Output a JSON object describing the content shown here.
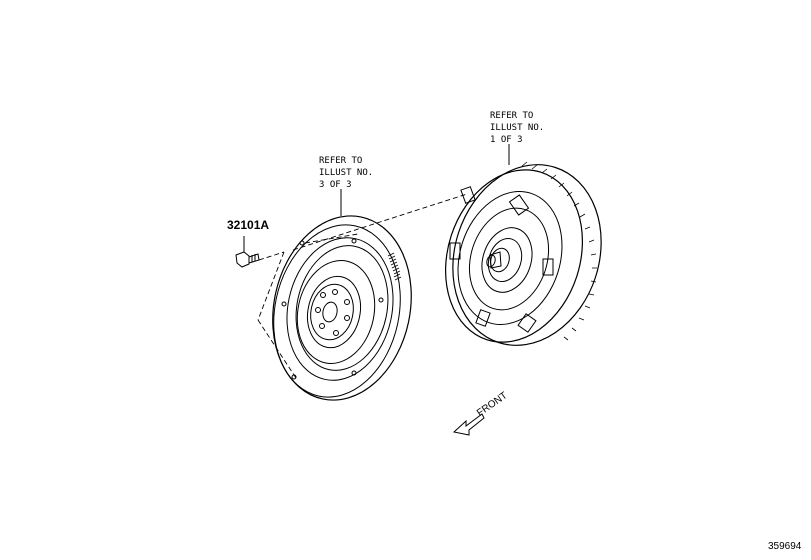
{
  "callouts": {
    "flywheel_ref": [
      "REFER TO",
      "ILLUST NO.",
      "3 OF 3"
    ],
    "converter_ref": [
      "REFER TO",
      "ILLUST NO.",
      "1 OF 3"
    ]
  },
  "part_number": "32101A",
  "direction_label": "FRONT",
  "figure_number": "359694",
  "line_color": "#000000"
}
